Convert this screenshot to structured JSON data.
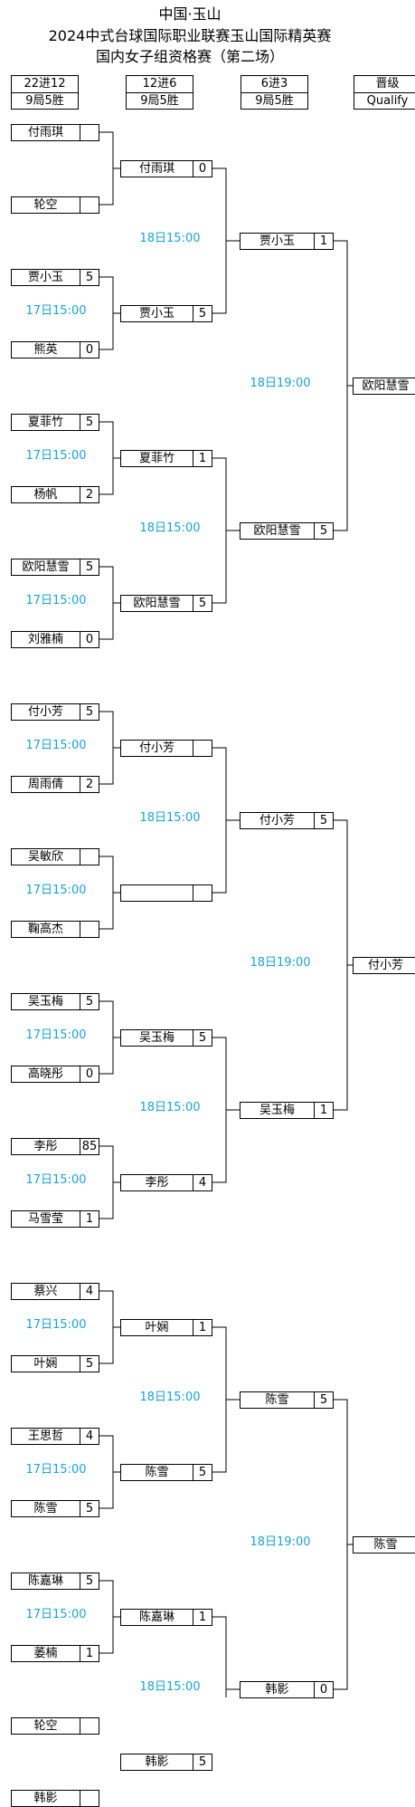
{
  "titles": [
    "中国·玉山",
    "2024中式台球国际职业联赛玉山国际精英赛",
    "国内女子组资格赛（第二场）"
  ],
  "headers": [
    {
      "top": "22进12",
      "bottom": "9局5胜"
    },
    {
      "top": "12进6",
      "bottom": "9局5胜"
    },
    {
      "top": "6进3",
      "bottom": "9局5胜"
    },
    {
      "top": "晋级",
      "bottom": "Qualify"
    }
  ],
  "r1": [
    {
      "name": "付雨琪",
      "score": ""
    },
    {
      "name": "轮空",
      "score": ""
    },
    {
      "name": "贾小玉",
      "score": "5"
    },
    {
      "name": "熊英",
      "score": "0"
    },
    {
      "name": "夏菲竹",
      "score": "5"
    },
    {
      "name": "杨帆",
      "score": "2"
    },
    {
      "name": "欧阳慧雪",
      "score": "5"
    },
    {
      "name": "刘雅楠",
      "score": "0"
    },
    {
      "name": "付小芳",
      "score": "5"
    },
    {
      "name": "周雨倩",
      "score": "2"
    },
    {
      "name": "吴敏欣",
      "score": ""
    },
    {
      "name": "鞠高杰",
      "score": ""
    },
    {
      "name": "吴玉梅",
      "score": "5"
    },
    {
      "name": "高晓彤",
      "score": "0"
    },
    {
      "name": "李彤",
      "score": "85"
    },
    {
      "name": "马雪莹",
      "score": "1"
    },
    {
      "name": "蔡兴",
      "score": "4"
    },
    {
      "name": "叶娴",
      "score": "5"
    },
    {
      "name": "王思哲",
      "score": "4"
    },
    {
      "name": "陈雪",
      "score": "5"
    },
    {
      "name": "陈嘉琳",
      "score": "5"
    },
    {
      "name": "萎楠",
      "score": "1"
    },
    {
      "name": "轮空",
      "score": ""
    },
    {
      "name": "韩影",
      "score": ""
    }
  ],
  "r1_times": [
    "",
    "17日15:00",
    "17日15:00",
    "17日15:00",
    "17日15:00",
    "17日15:00",
    "17日15:00",
    "17日15:00",
    "17日15:00",
    "17日15:00",
    "17日15:00",
    ""
  ],
  "r2": [
    {
      "name": "付雨琪",
      "score": "0"
    },
    {
      "name": "贾小玉",
      "score": "5"
    },
    {
      "name": "夏菲竹",
      "score": "1"
    },
    {
      "name": "欧阳慧雪",
      "score": "5"
    },
    {
      "name": "付小芳",
      "score": ""
    },
    {
      "name": "",
      "score": ""
    },
    {
      "name": "吴玉梅",
      "score": "5"
    },
    {
      "name": "李彤",
      "score": "4"
    },
    {
      "name": "叶娴",
      "score": "1"
    },
    {
      "name": "陈雪",
      "score": "5"
    },
    {
      "name": "陈嘉琳",
      "score": "1"
    },
    {
      "name": "韩影",
      "score": "5"
    }
  ],
  "r2_times": [
    "18日15:00",
    "18日15:00",
    "18日15:00",
    "18日15:00",
    "18日15:00",
    "18日15:00"
  ],
  "r3": [
    {
      "name": "贾小玉",
      "score": "1"
    },
    {
      "name": "欧阳慧雪",
      "score": "5"
    },
    {
      "name": "付小芳",
      "score": "5"
    },
    {
      "name": "吴玉梅",
      "score": "1"
    },
    {
      "name": "陈雪",
      "score": "5"
    },
    {
      "name": "韩影",
      "score": "0"
    }
  ],
  "r3_times": [
    "18日19:00",
    "18日19:00",
    "18日19:00"
  ],
  "qualify": [
    "欧阳慧雪",
    "付小芳",
    "陈雪"
  ]
}
